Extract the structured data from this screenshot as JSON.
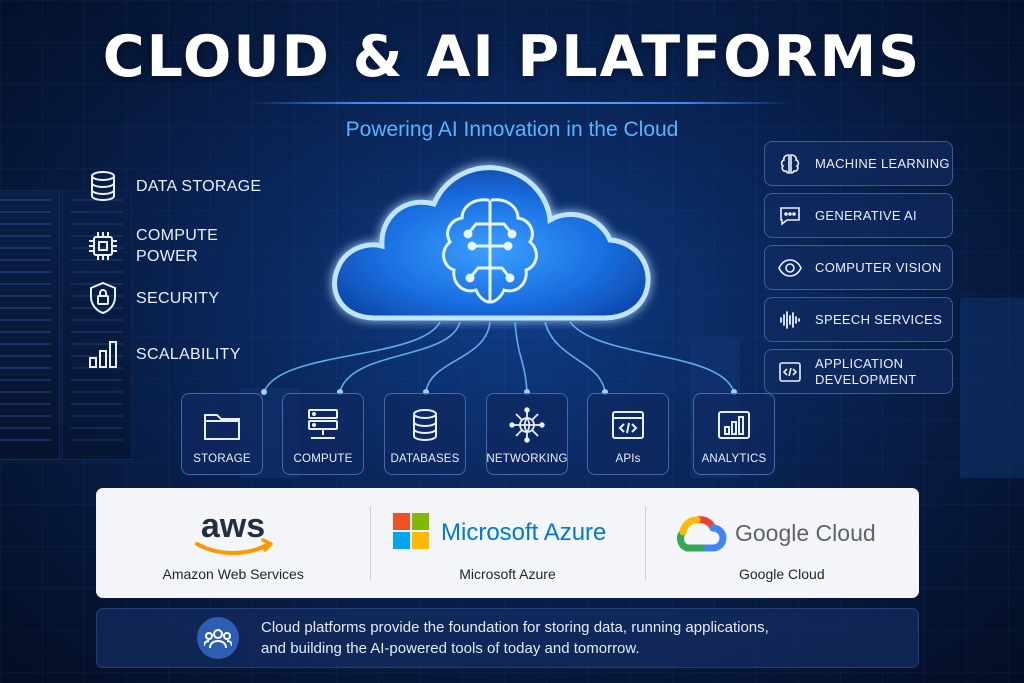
{
  "header": {
    "title": "CLOUD & AI PLATFORMS",
    "subtitle": "Powering AI Innovation in the Cloud"
  },
  "left_features": [
    {
      "label": "DATA STORAGE",
      "icon": "database-icon"
    },
    {
      "label": "COMPUTE\nPOWER",
      "icon": "cpu-chip-icon"
    },
    {
      "label": "SECURITY",
      "icon": "shield-lock-icon"
    },
    {
      "label": "SCALABILITY",
      "icon": "bar-chart-icon"
    }
  ],
  "services": [
    {
      "label": "MACHINE LEARNING",
      "icon": "brain-icon"
    },
    {
      "label": "GENERATIVE AI",
      "icon": "chat-bubble-icon"
    },
    {
      "label": "COMPUTER VISION",
      "icon": "eye-icon"
    },
    {
      "label": "SPEECH SERVICES",
      "icon": "waveform-icon"
    },
    {
      "label": "APPLICATION\nDEVELOPMENT",
      "icon": "code-icon"
    }
  ],
  "tiles": [
    {
      "label": "STORAGE",
      "icon": "folder-icon"
    },
    {
      "label": "COMPUTE",
      "icon": "server-icon"
    },
    {
      "label": "DATABASES",
      "icon": "database-icon"
    },
    {
      "label": "NETWORKING",
      "icon": "network-icon"
    },
    {
      "label": "APIs",
      "icon": "api-window-icon"
    },
    {
      "label": "ANALYTICS",
      "icon": "analytics-icon"
    }
  ],
  "providers": [
    {
      "logo_text": "aws",
      "name": "Amazon Web Services"
    },
    {
      "logo_text": "Microsoft Azure",
      "name": "Microsoft Azure"
    },
    {
      "logo_text": "Google Cloud",
      "name": "Google Cloud"
    }
  ],
  "caption": {
    "line1": "Cloud platforms provide the foundation for storing data, running applications,",
    "line2": "and building the AI-powered tools of today and tomorrow.",
    "icon": "users-icon"
  },
  "colors": {
    "accent": "#58b4ff",
    "background": "#0a2558",
    "aws_orange": "#ff9900",
    "azure_blue": "#0078d4"
  }
}
